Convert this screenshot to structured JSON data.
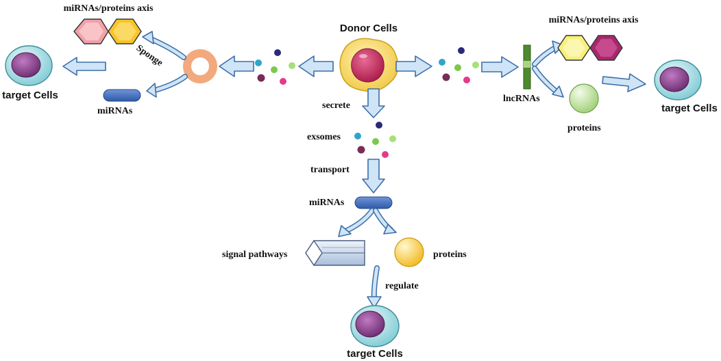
{
  "labels": {
    "donor_cells": "Donor Cells",
    "secrete": "secrete",
    "exosomes": "exsomes",
    "transport": "transport",
    "mirnas_center": "miRNAs",
    "signal_pathways": "signal pathways",
    "proteins_center": "proteins",
    "regulate": "regulate",
    "target_cells_bottom": "target Cells",
    "mirnas_axis_left": "miRNAs/proteins axis",
    "sponge": "Sponge",
    "target_cells_left": "target Cells",
    "mirnas_left": "miRNAs",
    "mirnas_axis_right": "miRNAs/proteins axis",
    "lncrnas": "lncRNAs",
    "proteins_right": "proteins",
    "target_cells_right": "target Cells"
  },
  "colors": {
    "arrow_fill": "#cfe4f7",
    "arrow_stroke": "#3b6ea5",
    "donor_outer": "#f5d66a",
    "donor_nucleus": "#c2285b",
    "target_outer": "#bfe7ec",
    "target_nucleus": "#8e3f8f",
    "mirna_bar": "#4472c4",
    "circrna_ring": "#f2a97d",
    "lncrna_bar": "#4e8a2e",
    "hex_pink": "#f2a0a8",
    "hex_yellow": "#f7c52a",
    "hex_light_yellow": "#f7f07a",
    "hex_purple": "#a8286e",
    "protein_green": "#c5e3a5",
    "protein_yellow": "#f7d24a"
  },
  "icons": {
    "donor_cell": "donor-cell-icon",
    "target_cell": "target-cell-icon",
    "exosome": "exosome-vesicle-icon",
    "circ_rna": "circrna-ring-icon",
    "lnc_rna": "lncrna-strand-icon",
    "mirna": "mirna-capsule-icon",
    "signal_pathway": "signal-pathway-prism-icon",
    "protein": "protein-sphere-icon",
    "axis": "mirna-protein-axis-hexagon-icon"
  }
}
